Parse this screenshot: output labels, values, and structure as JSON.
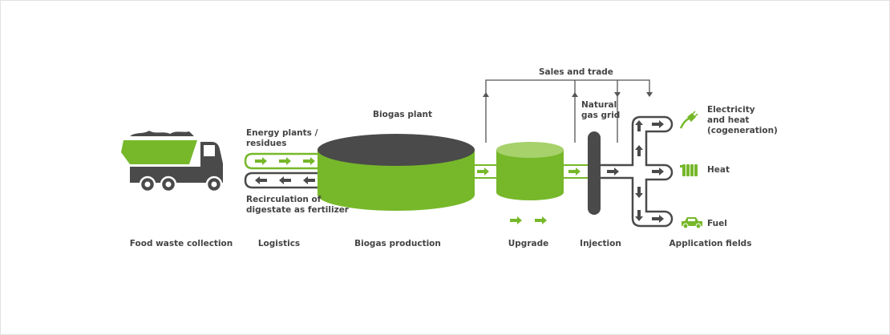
{
  "colors": {
    "green": "#76b82a",
    "light_green": "#a6d16b",
    "dark": "#4a4a4a",
    "line": "#555555",
    "text": "#444444"
  },
  "labels": {
    "sales_and_trade": "Sales and trade",
    "biogas_plant": "Biogas plant",
    "energy_plants": "Energy plants /",
    "residues": "residues",
    "recirculation_1": "Recirculation of",
    "recirculation_2": "digestate as fertilizer",
    "natural_gas_1": "Natural",
    "natural_gas_2": "gas grid"
  },
  "applications": [
    {
      "icon": "plug-icon",
      "lines": [
        "Electricity",
        "and heat",
        "(cogeneration)"
      ]
    },
    {
      "icon": "radiator-icon",
      "lines": [
        "Heat"
      ]
    },
    {
      "icon": "car-icon",
      "lines": [
        "Fuel"
      ]
    }
  ],
  "stages": [
    "Food waste collection",
    "Logistics",
    "Biogas production",
    "Upgrade",
    "Injection",
    "Application fields"
  ]
}
